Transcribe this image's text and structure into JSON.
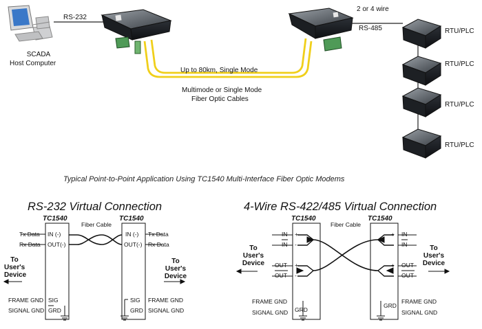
{
  "top": {
    "scada_line1": "SCADA",
    "scada_line2": "Host Computer",
    "rs232": "RS-232",
    "wire_line1": "2 or 4 wire",
    "wire_line2": "RS-485",
    "distance": "Up to 80km, Single Mode",
    "fiber_line1": "Multimode or Single Mode",
    "fiber_line2": "Fiber Optic Cables",
    "rtu_labels": [
      "RTU/PLC",
      "RTU/PLC",
      "RTU/PLC",
      "RTU/PLC"
    ]
  },
  "caption": "Typical Point-to-Point Application Using TC1540 Multi-Interface Fiber Optic Modems",
  "rs232": {
    "title": "RS-232 Virtual Connection",
    "modem_left": "TC1540",
    "modem_right": "TC1540",
    "fiber_cable": "Fiber Cable",
    "tx_data_l": "Tx Data",
    "rx_data_l": "Rx Data",
    "tx_data_r": "Tx Data",
    "rx_data_r": "Rx Data",
    "in_l": "IN (-)",
    "out_l": "OUT(-)",
    "in_r": "IN (-)",
    "out_r": "OUT(-)",
    "sig_l": "SIG",
    "grd_l": "GRD",
    "sig_r": "SIG",
    "grd_r": "GRD",
    "users_l": [
      "To",
      "User's",
      "Device"
    ],
    "users_r": [
      "To",
      "User's",
      "Device"
    ],
    "frame_l": "FRAME GND",
    "signal_l": "SIGNAL GND",
    "frame_r": "FRAME GND",
    "signal_r": "SIGNAL GND"
  },
  "rs485": {
    "title": "4-Wire RS-422/485 Virtual Connection",
    "modem_left": "TC1540",
    "modem_right": "TC1540",
    "fiber_cable": "Fiber Cable",
    "in_l": "IN",
    "inbar_l": "IN",
    "out_l": "OUT",
    "outbar_l": "OUT",
    "in_r": "IN",
    "inbar_r": "IN",
    "out_r": "OUT",
    "outbar_r": "OUT",
    "plus": "+",
    "minus": "-",
    "grd_l": "GRD",
    "grd_r": "GRD",
    "users_l": [
      "To",
      "User's",
      "Device"
    ],
    "users_r": [
      "To",
      "User's",
      "Device"
    ],
    "frame_l": "FRAME GND",
    "signal_l": "SIGNAL GND",
    "frame_r": "FRAME GND",
    "signal_r": "SIGNAL GND"
  }
}
